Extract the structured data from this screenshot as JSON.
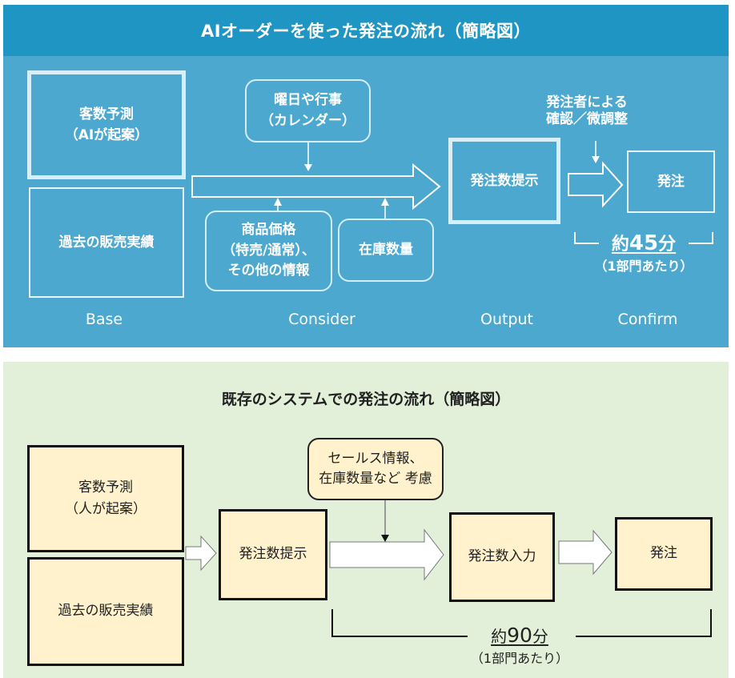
{
  "ai_flow": {
    "title": "AIオーダーを使った発注の流れ（簡略図）",
    "colors": {
      "header": "#1e95c2",
      "panel": "#4ca8cf",
      "line": "#ffffff"
    },
    "base": {
      "forecast_line1": "客数予測",
      "forecast_line2": "（AIが起案）",
      "history": "過去の販売実績"
    },
    "consider": {
      "calendar_line1": "曜日や行事",
      "calendar_line2": "（カレンダー）",
      "price_line1": "商品価格",
      "price_line2": "（特売/通常）、",
      "price_line3": "その他の情報",
      "stock": "在庫数量"
    },
    "output": {
      "label": "発注数提示"
    },
    "confirm": {
      "note_line1": "発注者による",
      "note_line2": "確認／微調整",
      "order": "発注"
    },
    "time": {
      "prefix": "約",
      "value": "45",
      "unit": "分",
      "sub": "（1部門あたり）"
    },
    "stage_labels": [
      "Base",
      "Consider",
      "Output",
      "Confirm"
    ]
  },
  "legacy_flow": {
    "title": "既存のシステムでの発注の流れ（簡略図）",
    "colors": {
      "panel": "#e2efd9",
      "box": "#fff2cc",
      "line": "#111111"
    },
    "forecast_line1": "客数予測",
    "forecast_line2": "（人が起案）",
    "history": "過去の販売実績",
    "suggest": "発注数提示",
    "consider_line1": "セールス情報、",
    "consider_line2": "在庫数量など 考慮",
    "input": "発注数入力",
    "order": "発注",
    "time": {
      "prefix": "約",
      "value": "90",
      "unit": "分",
      "sub": "（1部門あたり）"
    }
  }
}
